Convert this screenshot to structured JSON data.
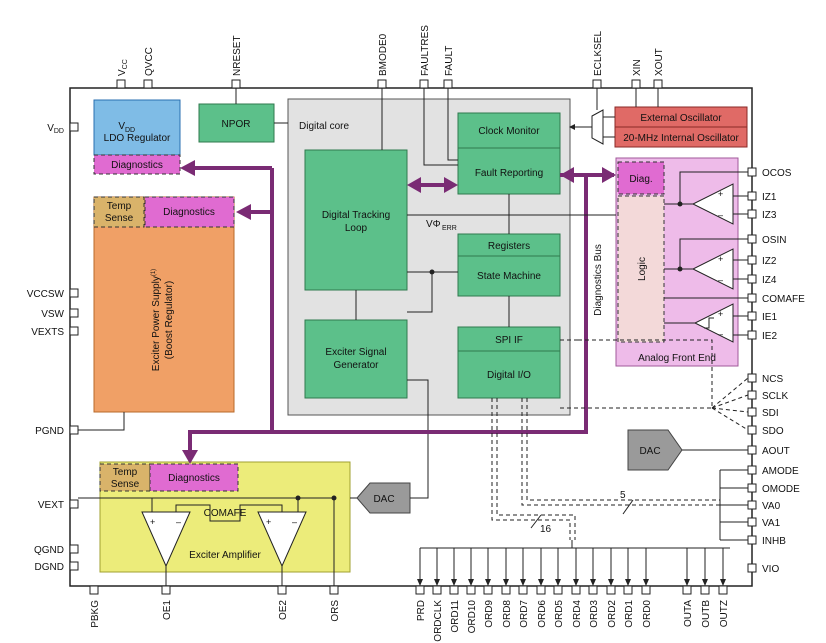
{
  "pins": {
    "top": [
      "VCC",
      "QVCC",
      "NRESET",
      "BMODE0",
      "FAULTRES",
      "FAULT",
      "ECLKSEL",
      "XIN",
      "XOUT"
    ],
    "left": [
      "VDD",
      "VCCSW",
      "VSW",
      "VEXTS",
      "PGND",
      "VEXT",
      "QGND",
      "DGND"
    ],
    "right": [
      "OCOS",
      "IZ1",
      "IZ3",
      "OSIN",
      "IZ2",
      "IZ4",
      "COMAFE",
      "IE1",
      "IE2",
      "NCS",
      "SCLK",
      "SDI",
      "SDO",
      "AOUT",
      "AMODE",
      "OMODE",
      "VA0",
      "VA1",
      "INHB",
      "VIO"
    ],
    "bottom": [
      "PBKG",
      "OE1",
      "OE2",
      "ORS",
      "PRD",
      "ORDCLK",
      "ORD11",
      "ORD10",
      "ORD9",
      "ORD8",
      "ORD7",
      "ORD6",
      "ORD5",
      "ORD4",
      "ORD3",
      "ORD2",
      "ORD1",
      "ORD0",
      "OUTA",
      "OUTB",
      "OUTZ"
    ]
  },
  "pin_sub": {
    "VCC": "CC",
    "VDD": "DD"
  },
  "blocks": {
    "ldo_line1": "V",
    "ldo_line1_sub": "DD",
    "ldo_line2": "LDO Regulator",
    "ldo_diag": "Diagnostics",
    "npor": "NPOR",
    "digital_core": "Digital core",
    "clock_monitor": "Clock Monitor",
    "fault_reporting": "Fault Reporting",
    "dtl_line1": "Digital Tracking",
    "dtl_line2": "Loop",
    "verr": "VΦ",
    "verr_sub": "ERR",
    "registers": "Registers",
    "state_machine": "State Machine",
    "spi_if": "SPI IF",
    "digital_io": "Digital I/O",
    "esg_line1": "Exciter Signal",
    "esg_line2": "Generator",
    "ext_osc": "External Oscillator",
    "int_osc": "20-MHz Internal Oscillator",
    "afe_diag": "Diag.",
    "afe_logic": "Logic",
    "afe_title": "Analog Front End",
    "diag_bus": "Diagnostics Bus",
    "temp_sense_1": "Temp",
    "temp_sense_2": "Sense",
    "eps_diag": "Diagnostics",
    "eps_line1": "Exciter Power Supply",
    "eps_sup": "(1)",
    "eps_line2": "(Boost Regulator)",
    "amp_temp_1": "Temp",
    "amp_temp_2": "Sense",
    "amp_diag": "Diagnostics",
    "comafe": "COMAFE",
    "exciter_amp": "Exciter Amplifier",
    "dac": "DAC",
    "dac2": "DAC",
    "bus_16": "16",
    "bus_5": "5",
    "plus": "+",
    "minus": "–"
  },
  "colors": {
    "green": "#5cc08a",
    "pink": "#e06bd1",
    "orange": "#f0a066",
    "red": "#e06a66",
    "yellow": "#ecec7a",
    "tan": "#d9b36a",
    "core_gray": "#e2e2e2",
    "afe_pink": "#eebbe9",
    "logic_pink": "#f3d9d9",
    "bus_purple": "#7a2b74",
    "dac_gray": "#9a9a9a"
  }
}
